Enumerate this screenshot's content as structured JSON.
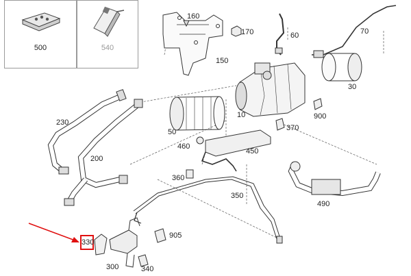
{
  "thumbnails": [
    {
      "id": "500",
      "label": "500",
      "color": "#222222"
    },
    {
      "id": "540",
      "label": "540",
      "color": "#999999"
    }
  ],
  "parts": [
    {
      "id": "160",
      "label": "160"
    },
    {
      "id": "170",
      "label": "170"
    },
    {
      "id": "60",
      "label": "60"
    },
    {
      "id": "70",
      "label": "70"
    },
    {
      "id": "150",
      "label": "150"
    },
    {
      "id": "30",
      "label": "30"
    },
    {
      "id": "230",
      "label": "230"
    },
    {
      "id": "50",
      "label": "50"
    },
    {
      "id": "10",
      "label": "10"
    },
    {
      "id": "900",
      "label": "900"
    },
    {
      "id": "370",
      "label": "370"
    },
    {
      "id": "460",
      "label": "460"
    },
    {
      "id": "450",
      "label": "450"
    },
    {
      "id": "200",
      "label": "200"
    },
    {
      "id": "360",
      "label": "360"
    },
    {
      "id": "350",
      "label": "350"
    },
    {
      "id": "490",
      "label": "490"
    },
    {
      "id": "905",
      "label": "905"
    },
    {
      "id": "330",
      "label": "330"
    },
    {
      "id": "300",
      "label": "300"
    },
    {
      "id": "340",
      "label": "340"
    }
  ],
  "highlight": {
    "part": "330",
    "color": "#e01010"
  }
}
